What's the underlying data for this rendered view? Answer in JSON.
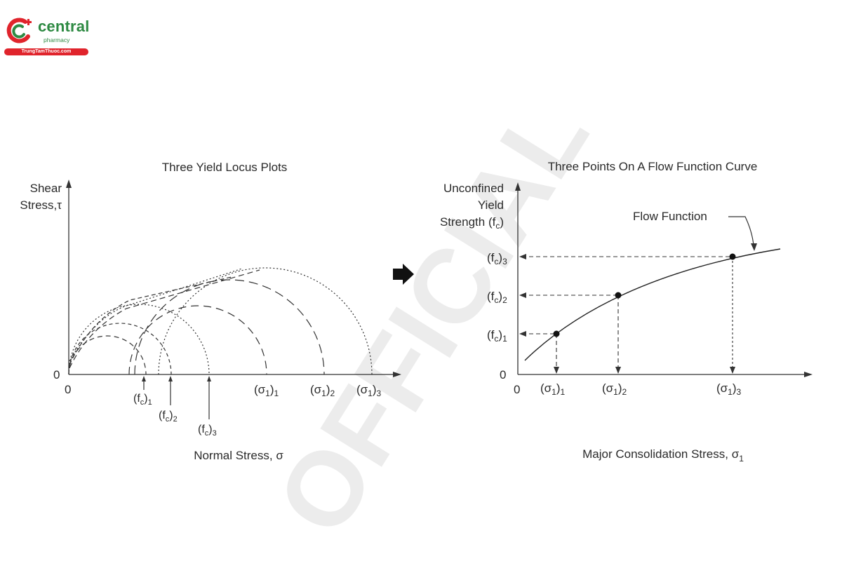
{
  "logo": {
    "name": "central",
    "sub": "pharmacy",
    "site": "TrungTamThuoc.com",
    "green": "#2e8a43",
    "red": "#e0242c"
  },
  "watermark": {
    "text": "OFFICIAL",
    "color": "#e9e9e9"
  },
  "arrow_icon": "right-arrow-icon",
  "left": {
    "title": "Three Yield Locus Plots",
    "ylabel_line1": "Shear",
    "ylabel_line2": "Stress,τ",
    "xlabel": "Normal Stress, σ",
    "origin_y": "0",
    "origin_x": "0",
    "markers": [
      {
        "base": "(σ",
        "sub": "1",
        "tail": ")",
        "idx": "1"
      },
      {
        "base": "(σ",
        "sub": "1",
        "tail": ")",
        "idx": "2"
      },
      {
        "base": "(σ",
        "sub": "1",
        "tail": ")",
        "idx": "3"
      }
    ],
    "fc_labels": [
      {
        "base": "(f",
        "sub": "c",
        "tail": ")",
        "idx": "1"
      },
      {
        "base": "(f",
        "sub": "c",
        "tail": ")",
        "idx": "2"
      },
      {
        "base": "(f",
        "sub": "c",
        "tail": ")",
        "idx": "3"
      }
    ]
  },
  "right": {
    "title": "Three Points On A Flow Function Curve",
    "ylabel_line1": "Unconfined",
    "ylabel_line2": "Yield",
    "ylabel_line3": "Strength (f",
    "ylabel_sub": "c",
    "ylabel_tail": ")",
    "xlabel_text": "Major Consolidation Stress,  σ",
    "xlabel_sub": "1",
    "curve_label": "Flow Function",
    "origin_y": "0",
    "origin_x": "0",
    "y_ticks": [
      {
        "base": "(f",
        "sub": "c",
        "tail": ")",
        "idx": "3"
      },
      {
        "base": "(f",
        "sub": "c",
        "tail": ")",
        "idx": "2"
      },
      {
        "base": "(f",
        "sub": "c",
        "tail": ")",
        "idx": "1"
      }
    ],
    "x_ticks": [
      {
        "base": "(σ",
        "sub": "1",
        "tail": ")",
        "idx": "1"
      },
      {
        "base": "(σ",
        "sub": "1",
        "tail": ")",
        "idx": "2"
      },
      {
        "base": "(σ",
        "sub": "1",
        "tail": ")",
        "idx": "3"
      }
    ]
  }
}
